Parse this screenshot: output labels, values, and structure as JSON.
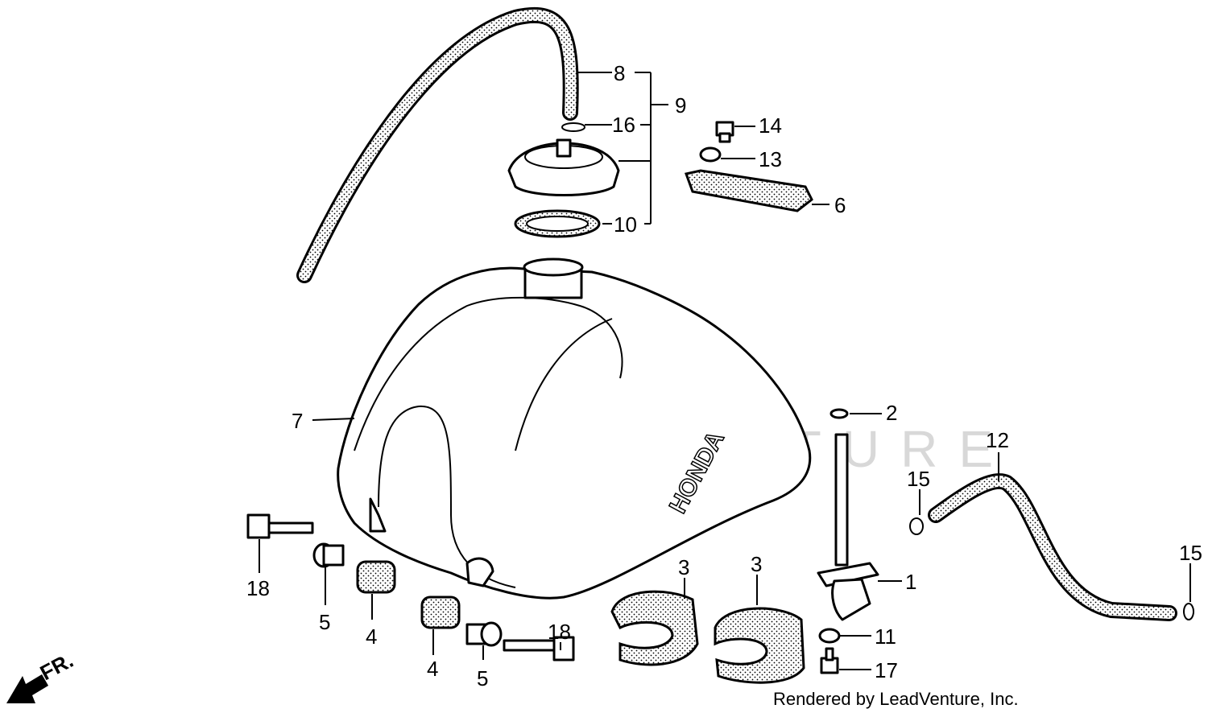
{
  "watermark": "LEADVENTURE",
  "credit": "Rendered by LeadVenture, Inc.",
  "direction_label": "FR.",
  "tank_brand": "HONDA",
  "callouts": {
    "p1": "1",
    "p2": "2",
    "p3a": "3",
    "p3b": "3",
    "p4a": "4",
    "p4b": "4",
    "p5a": "5",
    "p5b": "5",
    "p6": "6",
    "p7": "7",
    "p8": "8",
    "p9": "9",
    "p10": "10",
    "p11": "11",
    "p12": "12",
    "p13": "13",
    "p14": "14",
    "p15a": "15",
    "p15b": "15",
    "p16": "16",
    "p17": "17",
    "p18a": "18",
    "p18b": "18"
  }
}
